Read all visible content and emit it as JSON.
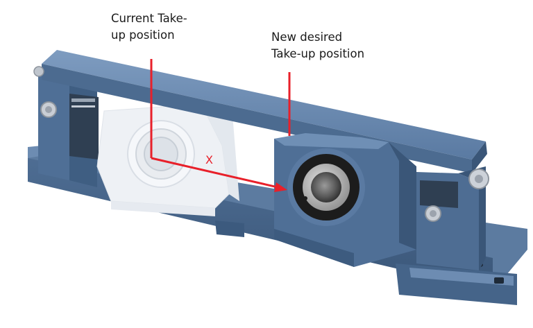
{
  "labels": {
    "current_line1": "Current Take-",
    "current_line2": "up position",
    "new_line1": "New desired",
    "new_line2": "Take-up position",
    "distance": "X"
  },
  "colors": {
    "frame_blue": "#4f6f96",
    "frame_light": "#7190b6",
    "frame_dark": "#34506f",
    "ghost_housing": "#f2f4f7",
    "arrow_red": "#e8202a"
  },
  "icons": [
    "bolt-icon",
    "bearing-icon",
    "arrow-icon"
  ]
}
